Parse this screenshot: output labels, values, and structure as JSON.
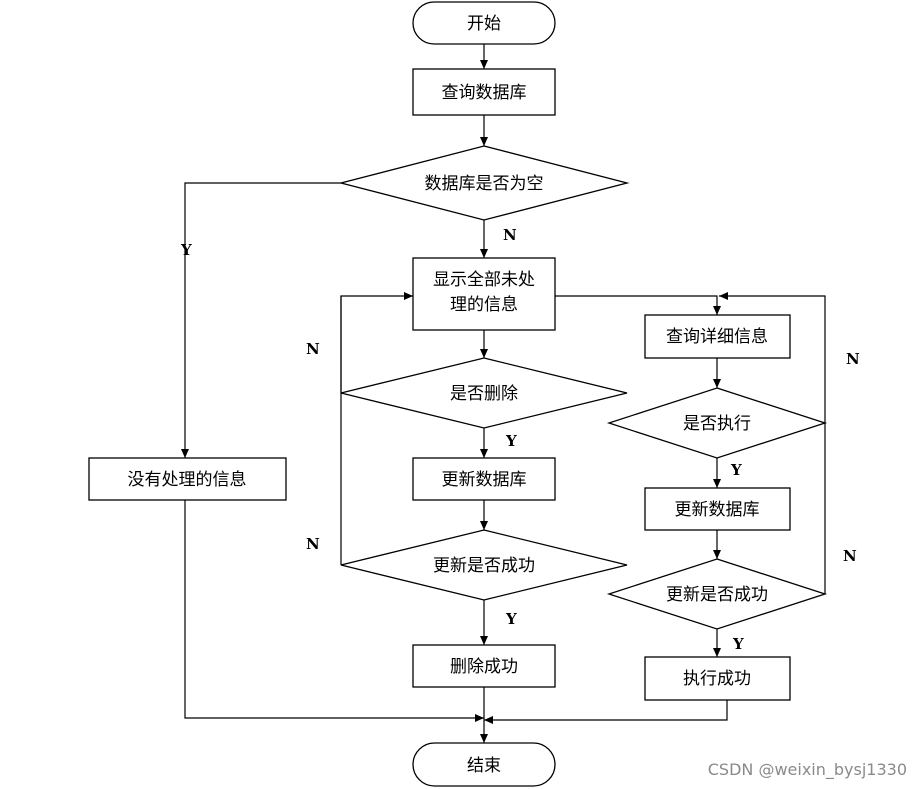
{
  "nodes": {
    "start": "开始",
    "query_db": "查询数据库",
    "db_empty": "数据库是否为空",
    "show_line1": "显示全部未处",
    "show_line2": "理的信息",
    "no_info": "没有处理的信息",
    "delete_q": "是否删除",
    "update_db_left": "更新数据库",
    "update_ok_left": "更新是否成功",
    "delete_success": "删除成功",
    "query_detail": "查询详细信息",
    "execute_q": "是否执行",
    "update_db_right": "更新数据库",
    "update_ok_right": "更新是否成功",
    "execute_success": "执行成功",
    "end": "结束"
  },
  "edge_labels": {
    "empty_yes": "Y",
    "empty_no": "N",
    "delete_no": "N",
    "delete_yes": "Y",
    "update_left_no": "N",
    "update_left_yes": "Y",
    "execute_no": "N",
    "execute_yes": "Y",
    "update_right_no": "N",
    "update_right_yes": "Y"
  },
  "watermark": "CSDN @weixin_bysj1330"
}
